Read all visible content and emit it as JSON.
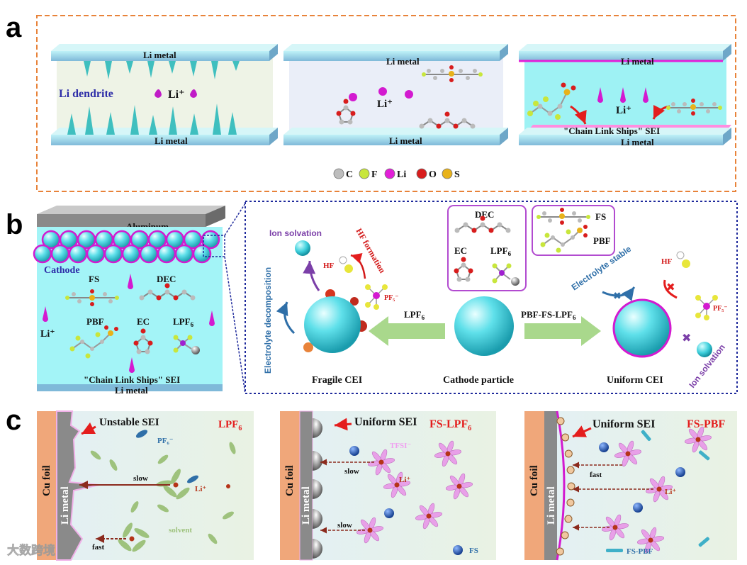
{
  "panel_a": {
    "letter": "a",
    "cell1": {
      "top": "Li   metal",
      "bottom": "Li   metal",
      "dendrite": "Li   dendrite",
      "ion": "Li⁺"
    },
    "cell2": {
      "top": "Li   metal",
      "bottom": "Li   metal",
      "ion": "Li⁺"
    },
    "cell3": {
      "top": "Li   metal",
      "bottom": "Li   metal",
      "ion": "Li⁺",
      "sei": "\"Chain Link Ships\" SEI"
    },
    "legend": [
      {
        "label": "C",
        "color": "#bdbdbd"
      },
      {
        "label": "F",
        "color": "#c8e63c"
      },
      {
        "label": "Li",
        "color": "#e21fd8"
      },
      {
        "label": "O",
        "color": "#d81d1d"
      },
      {
        "label": "S",
        "color": "#e8b21a"
      }
    ]
  },
  "panel_b": {
    "letter": "b",
    "left": {
      "aluminum": "Aluminum",
      "cathode": "Cathode",
      "fs": "FS",
      "dec": "DEC",
      "pbf": "PBF",
      "ec": "EC",
      "lpf6": "LPF",
      "lpf6_sub": "6",
      "ion": "Li⁺",
      "sei": "\"Chain  Link Ships\" SEI",
      "li_metal": "Li   metal"
    },
    "right": {
      "ion_solvation_left": "Ion solvation",
      "hf_formation": "HF formation",
      "hf_left": "HF",
      "pf5_left": "PF₅⁻",
      "decomposition": "Electrolyte decomposition",
      "arrow_left": "LPF",
      "arrow_left_sub": "6",
      "fragile": "Fragile CEI",
      "cathode_particle": "Cathode particle",
      "arrow_right": "PBF-FS-LPF",
      "arrow_right_sub": "6",
      "uniform": "Uniform CEI",
      "ion_solvation_right": "Ion solvation",
      "stable": "Electrolyte stable",
      "hf_right": "HF",
      "pf5_right": "PF₅⁻",
      "box1": {
        "dec": "DEC",
        "ec": "EC",
        "lpf6": "LPF",
        "lpf6_sub": "6"
      },
      "box2": {
        "fs": "FS",
        "pbf": "PBF"
      }
    }
  },
  "panel_c": {
    "letter": "c",
    "sub1": {
      "title": "Unstable SEI",
      "tag": "LPF",
      "tag_sub": "6",
      "cu": "Cu   foil",
      "li": "Li   metal",
      "pf6": "PF₆⁻",
      "slow": "slow",
      "ion": "Li⁺",
      "solvent": "solvent",
      "fast": "fast"
    },
    "sub2": {
      "title": "Uniform SEI",
      "tag": "FS-LPF",
      "tag_sub": "6",
      "cu": "Cu   foil",
      "li": "Li   metal",
      "tfsi": "TFSI⁻",
      "slow1": "slow",
      "ion": "Li⁺",
      "slow2": "slow",
      "fs": "FS"
    },
    "sub3": {
      "title": "Uniform SEI",
      "tag": "FS-PBF",
      "cu": "Cu   foil",
      "li": "Li   metal",
      "fast": "fast",
      "ion": "Li⁺",
      "fspbf": "FS-PBF"
    }
  },
  "watermark": "大数跨境",
  "colors": {
    "cyan": "#5fe0ea",
    "magenta": "#e21fd8",
    "orange_border": "#e8833a",
    "navy_border": "#1f2a9c",
    "green_arrow": "#a9d88c",
    "red_arrow": "#c0261e"
  }
}
